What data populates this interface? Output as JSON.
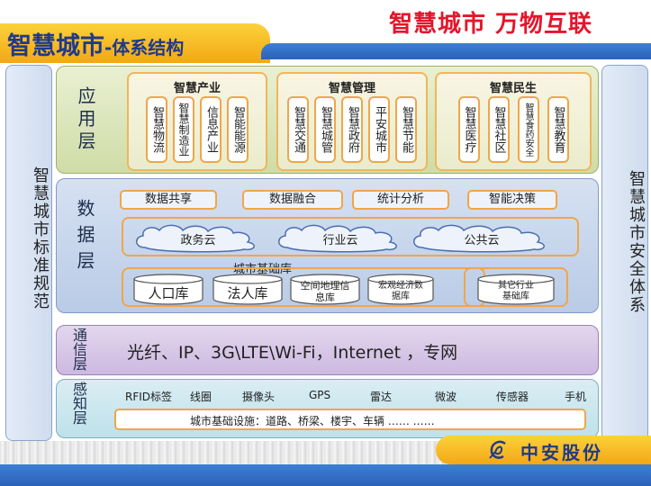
{
  "header": {
    "title_main": "智慧城市",
    "title_sub": "-体系结构",
    "slogan": "智慧城市  万物互联"
  },
  "side_left": "智慧城市标准规范",
  "side_right": "智慧城市安全体系",
  "app_layer": {
    "label": "应用层",
    "groups": [
      {
        "title": "智慧产业",
        "items": [
          "智慧物流",
          "智慧制造业",
          "信息产业",
          "智能能源"
        ]
      },
      {
        "title": "智慧管理",
        "items": [
          "智慧交通",
          "智慧城管",
          "智慧政府",
          "平安城市",
          "智慧节能"
        ]
      },
      {
        "title": "智慧民生",
        "items": [
          "智慧医疗",
          "智慧社区",
          "智慧食药安全",
          "智慧教育"
        ]
      }
    ]
  },
  "data_layer": {
    "label": "数据层",
    "services": [
      "数据共享",
      "数据融合",
      "统计分析",
      "智能决策"
    ],
    "clouds": [
      "政务云",
      "行业云",
      "公共云"
    ],
    "db_title": "城市基础库",
    "databases": [
      "人口库",
      "法人库",
      "空间地理信息库",
      "宏观经济数据库",
      "其它行业基础库"
    ]
  },
  "comm_layer": {
    "label": "通信层",
    "text": "光纤、IP、3G\\LTE\\Wi-Fi，Internet ，专网"
  },
  "sense_layer": {
    "label": "感知层",
    "sensors": [
      "RFID标签",
      "线圈",
      "摄像头",
      "GPS",
      "雷达",
      "微波",
      "传感器",
      "手机"
    ],
    "infra": "城市基础设施：道路、桥梁、楼宇、车辆 ……  ……"
  },
  "logo": {
    "text": "中安股份"
  },
  "colors": {
    "title_blue": "#1f3a8a",
    "slogan_red": "#e4152b",
    "accent_orange": "#f0a64a",
    "header_gold": "#f3a716"
  }
}
